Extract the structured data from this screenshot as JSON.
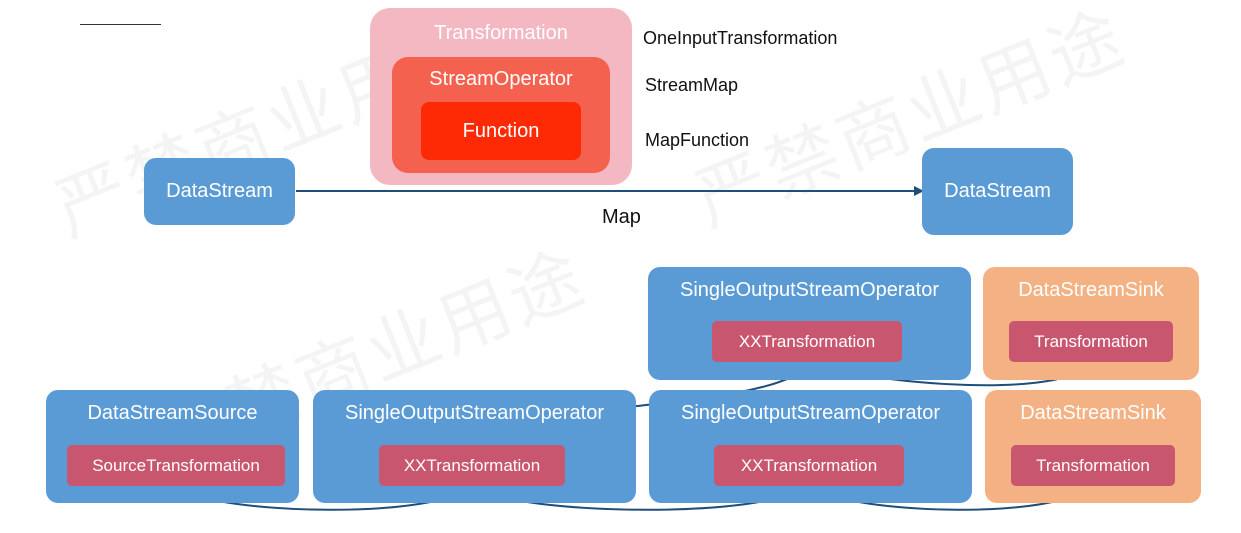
{
  "watermark": "严禁商业用途",
  "top": {
    "left_stream": "DataStream",
    "right_stream": "DataStream",
    "edge_label": "Map",
    "transformation": "Transformation",
    "stream_operator": "StreamOperator",
    "function": "Function",
    "side_labels": [
      "OneInputTransformation",
      "StreamMap",
      "MapFunction"
    ]
  },
  "bottom": {
    "row1": [
      {
        "title": "SingleOutputStreamOperator",
        "inner": "XXTransformation"
      },
      {
        "title": "DataStreamSink",
        "inner": "Transformation"
      }
    ],
    "row2": [
      {
        "title": "DataStreamSource",
        "inner": "SourceTransformation"
      },
      {
        "title": "SingleOutputStreamOperator",
        "inner": "XXTransformation"
      },
      {
        "title": "SingleOutputStreamOperator",
        "inner": "XXTransformation"
      },
      {
        "title": "DataStreamSink",
        "inner": "Transformation"
      }
    ]
  },
  "colors": {
    "stream_blue": "#5b9bd5",
    "sink_orange": "#f4b183",
    "inner_rose": "#c8566e",
    "transformation_pink": "#f4b8c3",
    "operator_red": "#f4614f",
    "function_red": "#fd2a05",
    "arrow": "#1f4e79"
  }
}
